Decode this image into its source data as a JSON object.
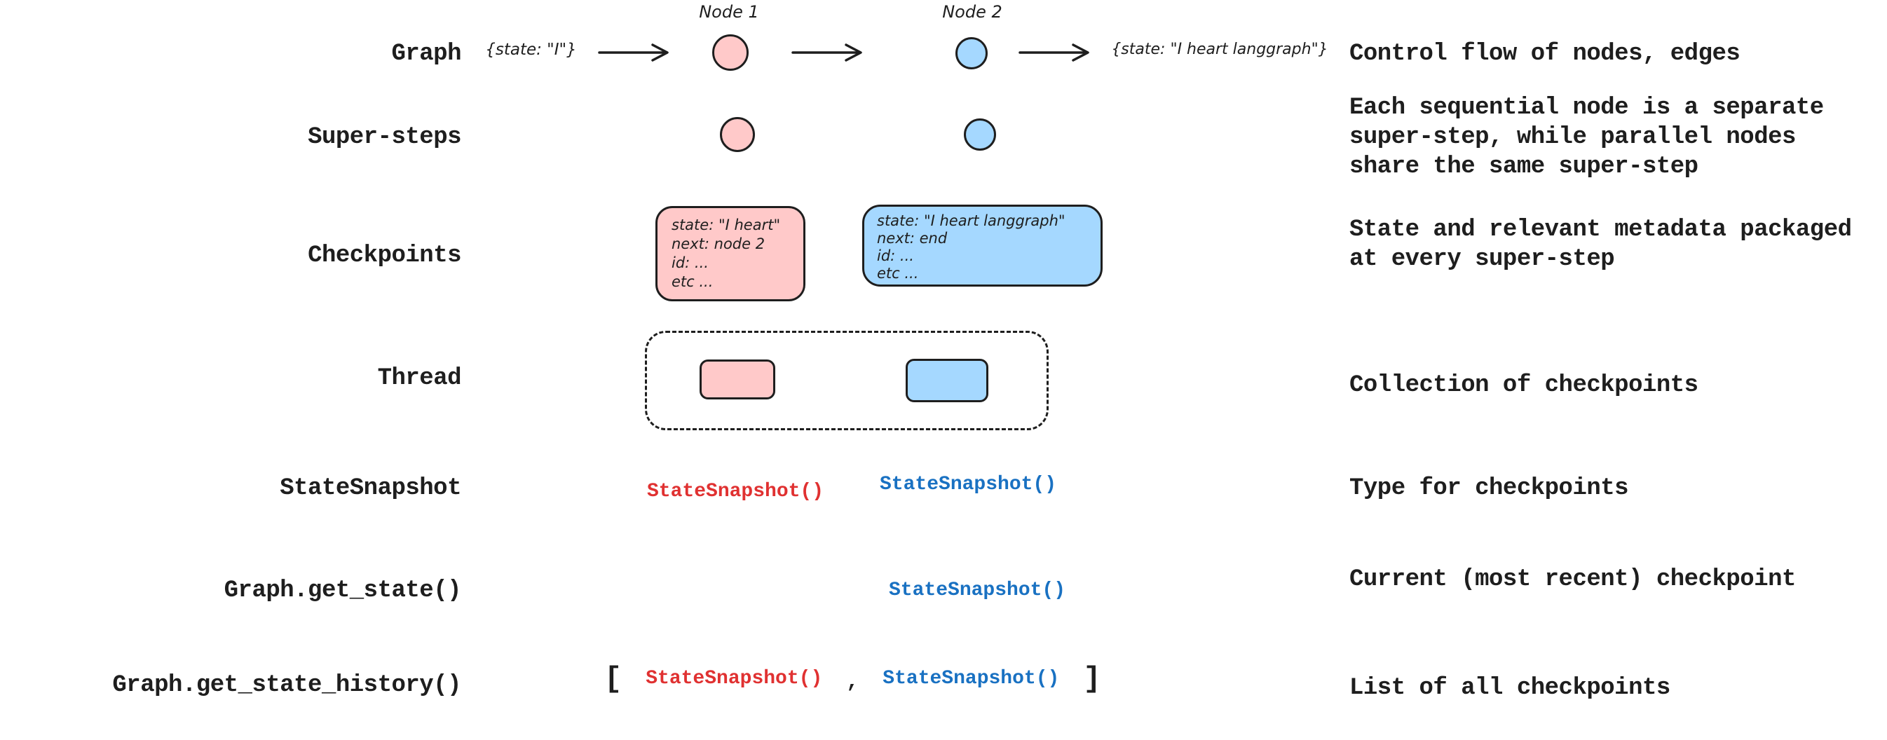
{
  "colors": {
    "ink": "#1e1e1e",
    "pink_fill": "#ffc9c9",
    "blue_fill": "#a5d8ff",
    "red_code": "#e03131",
    "blue_code": "#1971c2"
  },
  "rows": {
    "graph": {
      "label": "Graph",
      "description": "Control flow of nodes, edges"
    },
    "super_steps": {
      "label": "Super-steps",
      "description_lines": [
        "Each sequential node is a separate",
        "super-step, while parallel nodes",
        "share the same super-step"
      ]
    },
    "checkpoints": {
      "label": "Checkpoints",
      "description_lines": [
        "State and relevant metadata packaged",
        "at every super-step"
      ]
    },
    "thread": {
      "label": "Thread",
      "description": "Collection of checkpoints"
    },
    "state_snapshot": {
      "label": "StateSnapshot",
      "description": "Type for checkpoints"
    },
    "get_state": {
      "label": "Graph.get_state()",
      "description": "Current (most recent) checkpoint"
    },
    "get_state_history": {
      "label": "Graph.get_state_history()",
      "description": "List of all checkpoints"
    }
  },
  "graph_row": {
    "input_state": "{state: \"I\"}",
    "node1_label": "Node 1",
    "node2_label": "Node 2",
    "output_state": "{state: \"I heart langgraph\"}"
  },
  "checkpoint_boxes": {
    "pink": [
      "state: \"I heart\"",
      "next: node 2",
      "id: ...",
      "etc ..."
    ],
    "blue": [
      "state: \"I heart langgraph\"",
      "next: end",
      "id: ...",
      "etc ..."
    ]
  },
  "snapshots": {
    "red_call": "StateSnapshot()",
    "blue_call": "StateSnapshot()",
    "open_bracket": "[",
    "comma": ",",
    "close_bracket": "]"
  }
}
